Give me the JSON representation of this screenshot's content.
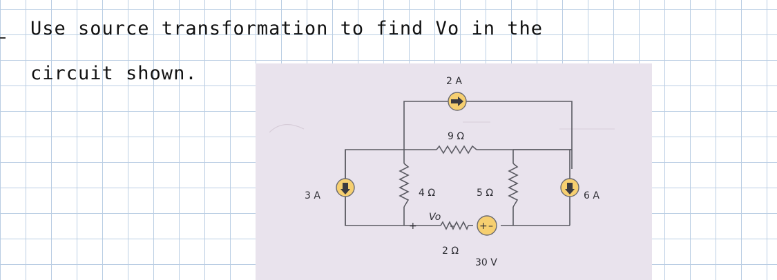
{
  "problem": {
    "line1": "Use source transformation to find Vo in the",
    "line2": "circuit shown."
  },
  "circuit": {
    "labels": {
      "top_source": "2 A",
      "top_resistor": "9 Ω",
      "left_source": "3 A",
      "middle_left_resistor": "4 Ω",
      "middle_right_resistor": "5 Ω",
      "right_source": "6 A",
      "vo_plus": "+",
      "vo_label": "Vo",
      "vo_minus": "–",
      "bottom_resistor": "2 Ω",
      "voltage_source": "30 V",
      "vsrc_plus": "+",
      "vsrc_minus": "–"
    },
    "colors": {
      "source_fill": "#f6cf70",
      "photo_background": "#e8e2ec",
      "wire": "#5a5a62"
    }
  }
}
